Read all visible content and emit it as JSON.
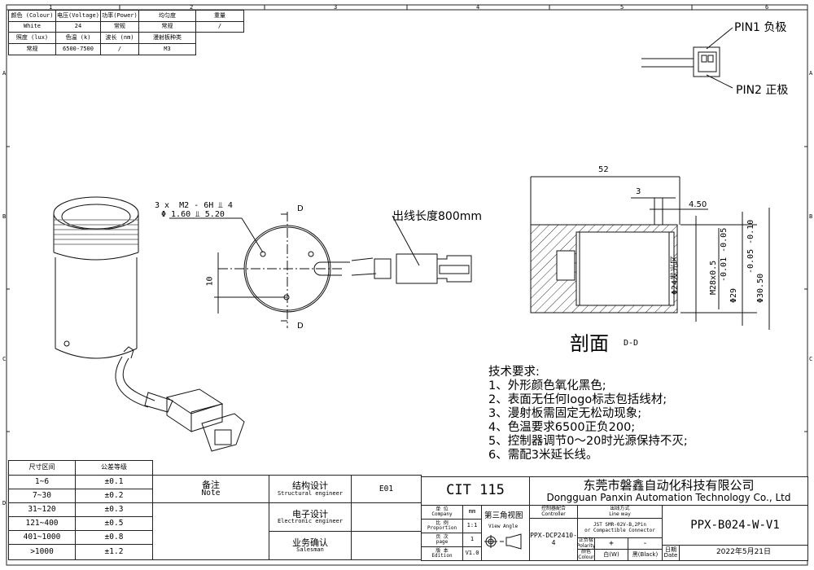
{
  "frame": {
    "columns": [
      "1",
      "2",
      "3",
      "4",
      "5",
      "6"
    ],
    "rows": [
      "A",
      "B",
      "C",
      "D"
    ]
  },
  "spec_table": {
    "headers1": [
      "颜色 (Colour)",
      "电压(Voltage)",
      "功率(Power)",
      "均匀度",
      "重量"
    ],
    "values1": [
      "White",
      "24",
      "常规",
      "常规",
      "/"
    ],
    "headers2": [
      "照度 (lux)",
      "色温 (k)",
      "波长 (nm)",
      "漫射板种类"
    ],
    "values2": [
      "常规",
      "6500-7500",
      "/",
      "M3"
    ]
  },
  "pins": {
    "pin1": "PIN1 负极",
    "pin2": "PIN2 正极"
  },
  "front_view": {
    "hole_note_line1": "3 x  M2 - 6H ⫫ 4",
    "hole_note_line2": "Φ 1.60 ⫫ 5.20",
    "section_mark": "D",
    "dim_10": "10",
    "cable_length": "出线长度800mm"
  },
  "section_view": {
    "dim_52": "52",
    "dim_3": "3",
    "dim_4_50": "4.50",
    "dia_24": "Φ24发光区",
    "thread": "M28x0.5",
    "dia_29": "Φ29",
    "tol_29": "-0.01 -0.05",
    "dia_30_50": "Φ30.50",
    "tol_30_50": "-0.05 -0.10",
    "title": "剖面",
    "title_suffix": "D-D"
  },
  "notes": [
    "技术要求:",
    "1、外形颜色氧化黑色;",
    "2、表面无任何logo标志包括线材;",
    "3、漫射板需固定无松动现象;",
    "4、色温要求6500正负200;",
    "5、控制器调节0～20时光源保持不灭;",
    "6、需配3米延长线。"
  ],
  "tolerance_table": {
    "headers": [
      "尺寸区间",
      "公差等级"
    ],
    "rows": [
      [
        "1~6",
        "±0.1"
      ],
      [
        "7~30",
        "±0.2"
      ],
      [
        "31~120",
        "±0.3"
      ],
      [
        "121~400",
        "±0.5"
      ],
      [
        "401~1000",
        "±0.8"
      ],
      [
        ">1000",
        "±1.2"
      ]
    ]
  },
  "title_block": {
    "note_cn": "备注",
    "note_en": "Note",
    "structural_cn": "结构设计",
    "structural_en": "Structural engineer",
    "structural_value": "E01",
    "electronic_cn": "电子设计",
    "electronic_en": "Electronic engineer",
    "sales_cn": "业务确认",
    "sales_en": "Salesman",
    "product": "CIT 115",
    "company_cn": "东莞市磐鑫自动化科技有限公司",
    "company_en": "Dongguan Panxin Automation Technology Co., Ltd",
    "unit_cn": "单 位",
    "unit_en": "Company",
    "unit_value": "mm",
    "scale_cn": "比 例",
    "scale_en": "Proportion",
    "scale_value": "1:1",
    "page_cn": "页 次",
    "page_en": "page",
    "page_value": "1",
    "edition_cn": "版 本",
    "edition_en": "Edition",
    "edition_value": "V1.0",
    "view_cn": "第三角视图",
    "view_en": "View Angle",
    "controller_cn": "控制器配合",
    "controller_en": "Controller",
    "controller_value": "PPX-DCP2410-4",
    "lineway_cn": "出线方式",
    "lineway_en": "Line way",
    "lineway_value1": "JST SMR-02V-B,2Pin",
    "lineway_value2": "or Compactible Connector",
    "polarity_cn": "正负极",
    "polarity_en": "Polarity",
    "polarity_plus": "+",
    "polarity_minus": "-",
    "colour_cn": "颜色",
    "colour_en": "Colour",
    "colour_white": "白(W)",
    "colour_black": "黑(Black)",
    "part_number": "PPX-B024-W-V1",
    "date_cn": "日期",
    "date_en": "Date",
    "date_value": "2022年5月21日"
  }
}
